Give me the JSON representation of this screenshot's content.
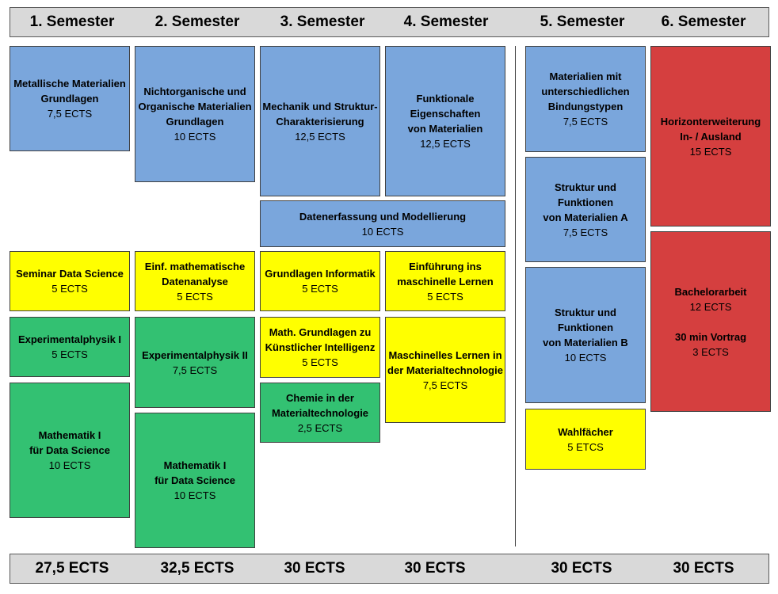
{
  "header": {
    "semesters": [
      "1. Semester",
      "2. Semester",
      "3. Semester",
      "4. Semester",
      "5. Semester",
      "6. Semester"
    ]
  },
  "footer": {
    "totals": [
      "27,5 ECTS",
      "32,5 ECTS",
      "30 ECTS",
      "30 ECTS",
      "30 ECTS",
      "30 ECTS"
    ]
  },
  "colors": {
    "blue": "#7aa6dc",
    "yellow": "#ffff00",
    "green": "#33c172",
    "red": "#d53f3f",
    "bar": "#d9d9d9"
  },
  "modules": {
    "s1_metall": {
      "title": "Metallische Materialien\nGrundlagen",
      "ects": "7,5 ECTS"
    },
    "s1_seminar": {
      "title": "Seminar Data Science",
      "ects": "5 ECTS"
    },
    "s1_physik": {
      "title": "Experimentalphysik I",
      "ects": "5 ECTS"
    },
    "s1_mathe": {
      "title": "Mathematik I\nfür Data Science",
      "ects": "10 ECTS"
    },
    "s2_nichtorg": {
      "title": "Nichtorganische und\nOrganische Materialien\nGrundlagen",
      "ects": "10 ECTS"
    },
    "s2_einf": {
      "title": "Einf. mathematische\nDatenanalyse",
      "ects": "5 ECTS"
    },
    "s2_physik": {
      "title": "Experimentalphysik II",
      "ects": "7,5 ECTS"
    },
    "s2_mathe": {
      "title": "Mathematik I\nfür Data Science",
      "ects": "10 ECTS"
    },
    "s3_mechanik": {
      "title": "Mechanik und Struktur-\nCharakterisierung",
      "ects": "12,5 ECTS"
    },
    "s34_daten": {
      "title": "Datenerfassung und Modellierung",
      "ects": "10 ECTS"
    },
    "s3_informatik": {
      "title": "Grundlagen Informatik",
      "ects": "5 ECTS"
    },
    "s3_ki": {
      "title": "Math. Grundlagen zu\nKünstlicher Intelligenz",
      "ects": "5 ECTS"
    },
    "s3_chemie": {
      "title": "Chemie in der\nMaterialtechnologie",
      "ects": "2,5 ECTS"
    },
    "s4_funktional": {
      "title": "Funktionale\nEigenschaften\nvon Materialien",
      "ects": "12,5 ECTS"
    },
    "s4_ml_einf": {
      "title": "Einführung ins\nmaschinelle Lernen",
      "ects": "5 ECTS"
    },
    "s4_ml_mat": {
      "title": "Maschinelles Lernen in\nder Materialtechnologie",
      "ects": "7,5 ECTS"
    },
    "s5_bindung": {
      "title": "Materialien mit\nunterschiedlichen\nBindungstypen",
      "ects": "7,5 ECTS"
    },
    "s5_strukturA": {
      "title": "Struktur und\nFunktionen\nvon Materialien A",
      "ects": "7,5 ECTS"
    },
    "s5_strukturB": {
      "title": "Struktur und\nFunktionen\nvon Materialien B",
      "ects": "10 ECTS"
    },
    "s5_wahl": {
      "title": "Wahlfächer",
      "ects": "5 ETCS"
    },
    "s6_horizont": {
      "title": "Horizonterweiterung\nIn- / Ausland",
      "ects": "15 ECTS"
    },
    "s6_bachelor": {
      "title": "Bachelorarbeit",
      "ects": "12 ECTS",
      "talk_title": "30 min Vortrag",
      "talk_ects": "3 ECTS"
    }
  }
}
